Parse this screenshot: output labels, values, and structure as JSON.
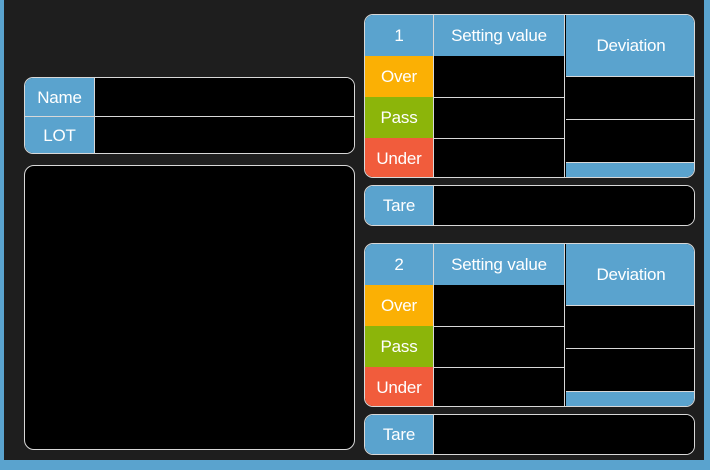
{
  "theme": {
    "frame_color": "#5AA3CE",
    "background_color": "#1e1e1e",
    "field_color": "#000000",
    "border_color": "#d8d8d8",
    "accent_blue": "#5AA3CE",
    "over_color": "#FBB004",
    "pass_color": "#8CB50A",
    "under_color": "#F15C3C",
    "text_color": "#ffffff"
  },
  "left_panel": {
    "name_row": {
      "label": "Name",
      "value": ""
    },
    "lot_row": {
      "label": "LOT",
      "value": ""
    },
    "display_box": {
      "value": ""
    }
  },
  "right_panel": {
    "scales": [
      {
        "index_label": "1",
        "columns": {
          "setting_value": "Setting value",
          "deviation": "Deviation"
        },
        "rows": [
          {
            "label": "Over",
            "setting_value": "",
            "deviation": ""
          },
          {
            "label": "Pass",
            "setting_value": "",
            "deviation": ""
          },
          {
            "label": "Under",
            "setting_value": "",
            "deviation": ""
          }
        ],
        "tare": {
          "label": "Tare",
          "value": ""
        }
      },
      {
        "index_label": "2",
        "columns": {
          "setting_value": "Setting value",
          "deviation": "Deviation"
        },
        "rows": [
          {
            "label": "Over",
            "setting_value": "",
            "deviation": ""
          },
          {
            "label": "Pass",
            "setting_value": "",
            "deviation": ""
          },
          {
            "label": "Under",
            "setting_value": "",
            "deviation": ""
          }
        ],
        "tare": {
          "label": "Tare",
          "value": ""
        }
      }
    ]
  }
}
